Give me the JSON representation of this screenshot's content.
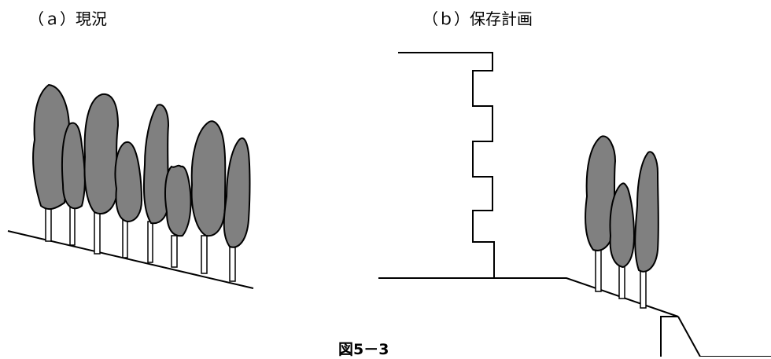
{
  "panel_a": {
    "label": "（ａ）現況"
  },
  "panel_b": {
    "label": "（ｂ）保存計画"
  },
  "caption": "図5－3",
  "colors": {
    "crown": "#808080",
    "trunk": "#ffffff",
    "line": "#000000"
  }
}
